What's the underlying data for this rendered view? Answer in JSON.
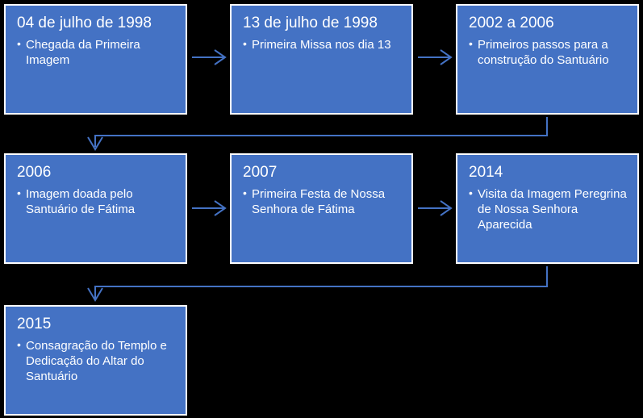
{
  "diagram": {
    "type": "timeline-process-flow",
    "background_color": "#000000",
    "node_fill_color": "#4472C4",
    "node_border_color": "#FFFFFF",
    "node_text_color": "#FFFFFF",
    "connector_color": "#4472C4",
    "nodes": [
      {
        "id": "node-1",
        "title": "04 de julho de 1998",
        "bullets": [
          "Chegada da Primeira Imagem"
        ]
      },
      {
        "id": "node-2",
        "title": "13 de julho de 1998",
        "bullets": [
          "Primeira Missa nos dia 13"
        ]
      },
      {
        "id": "node-3",
        "title": "2002 a 2006",
        "bullets": [
          "Primeiros passos para a construção do Santuário"
        ]
      },
      {
        "id": "node-4",
        "title": "2006",
        "bullets": [
          "Imagem doada pelo Santuário de Fátima"
        ]
      },
      {
        "id": "node-5",
        "title": "2007",
        "bullets": [
          "Primeira Festa de Nossa Senhora de Fátima"
        ]
      },
      {
        "id": "node-6",
        "title": "2014",
        "bullets": [
          "Visita da Imagem Peregrina de Nossa Senhora Aparecida"
        ]
      },
      {
        "id": "node-7",
        "title": "2015",
        "bullets": [
          "Consagração do Templo e Dedicação do Altar do Santuário"
        ]
      }
    ],
    "connectors": [
      {
        "id": "arrow-1-to-2",
        "kind": "horizontal-arrow"
      },
      {
        "id": "arrow-2-to-3",
        "kind": "horizontal-arrow"
      },
      {
        "id": "arrow-3-to-4",
        "kind": "elbow-wrap-arrow"
      },
      {
        "id": "arrow-4-to-5",
        "kind": "horizontal-arrow"
      },
      {
        "id": "arrow-5-to-6",
        "kind": "horizontal-arrow"
      },
      {
        "id": "arrow-6-to-7",
        "kind": "elbow-wrap-arrow"
      }
    ]
  }
}
